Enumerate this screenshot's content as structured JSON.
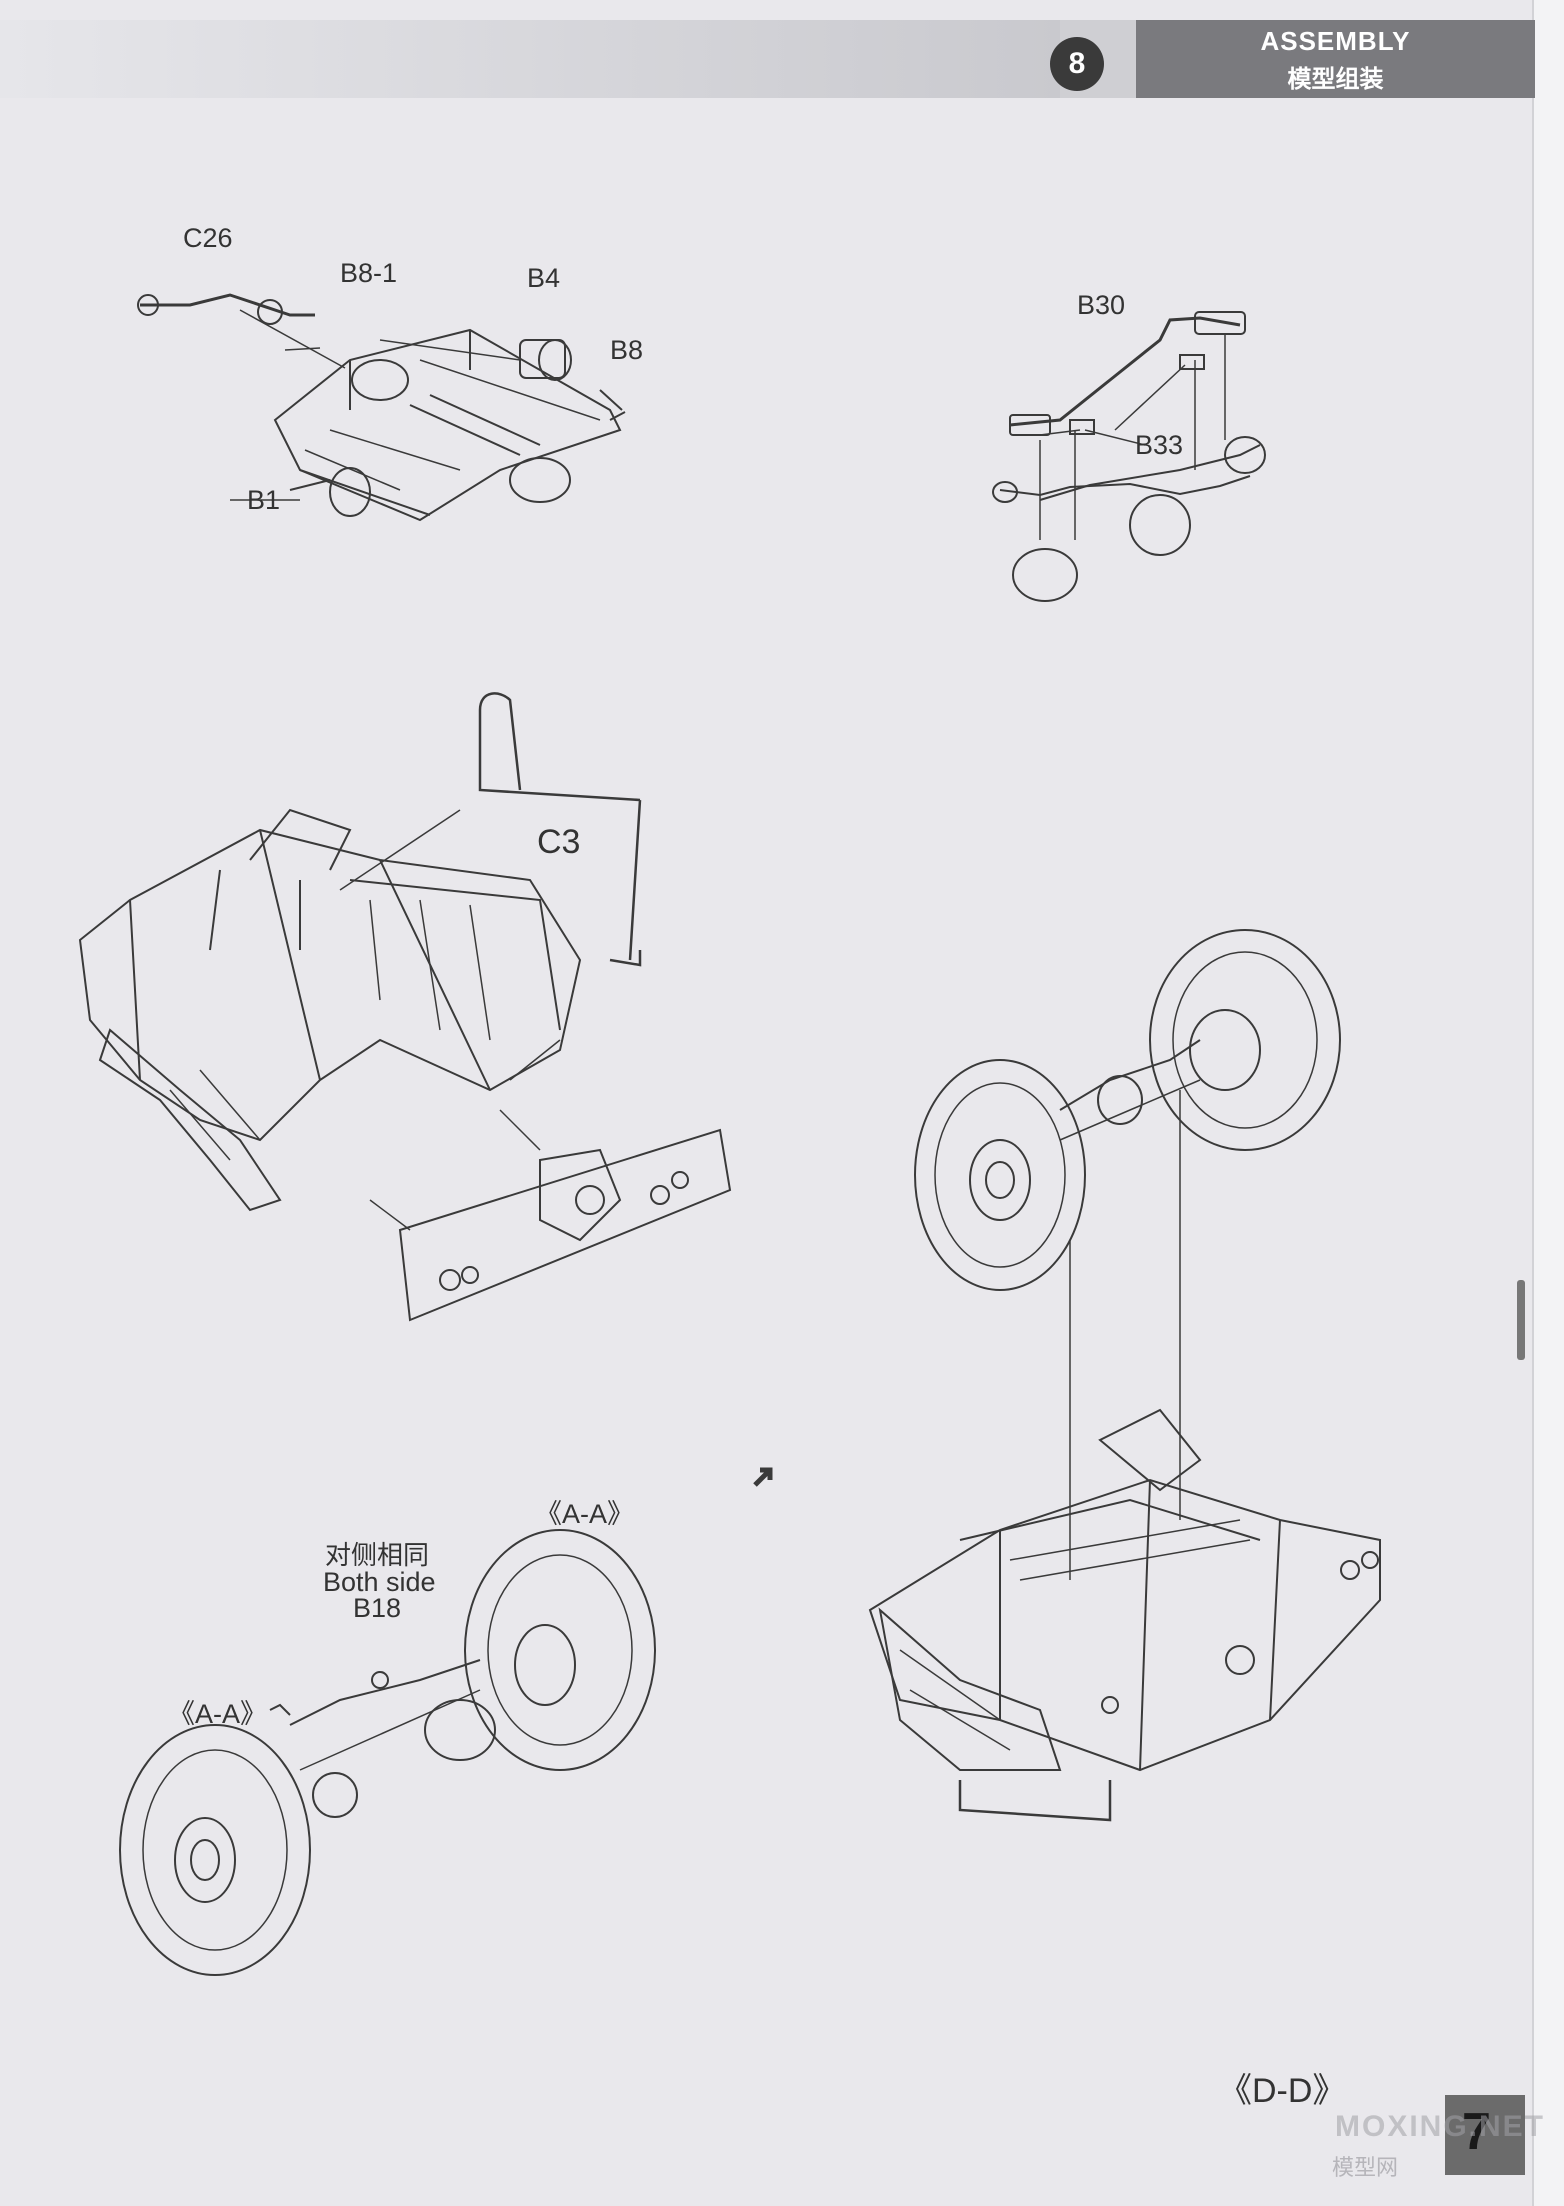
{
  "header": {
    "step_number": "8",
    "title_en": "ASSEMBLY",
    "title_cn": "模型组装"
  },
  "callouts": {
    "c26": "C26",
    "b8_1": "B8-1",
    "b4": "B4",
    "b8": "B8",
    "b1": "B1",
    "b30": "B30",
    "b33": "B33",
    "c3": "C3",
    "both_side_cn": "对侧相同",
    "both_side_en": "Both side",
    "b18": "B18",
    "aa_top": "《A-A》",
    "aa_left": "《A-A》",
    "dd": "《D-D》"
  },
  "footer": {
    "page_number": "7",
    "watermark": "MOXING.NET",
    "watermark_cn": "模型网"
  },
  "colors": {
    "page_background": "#e9e8ec",
    "line_art": "#3a3a3a",
    "header_accent": "#7a7a7e"
  }
}
